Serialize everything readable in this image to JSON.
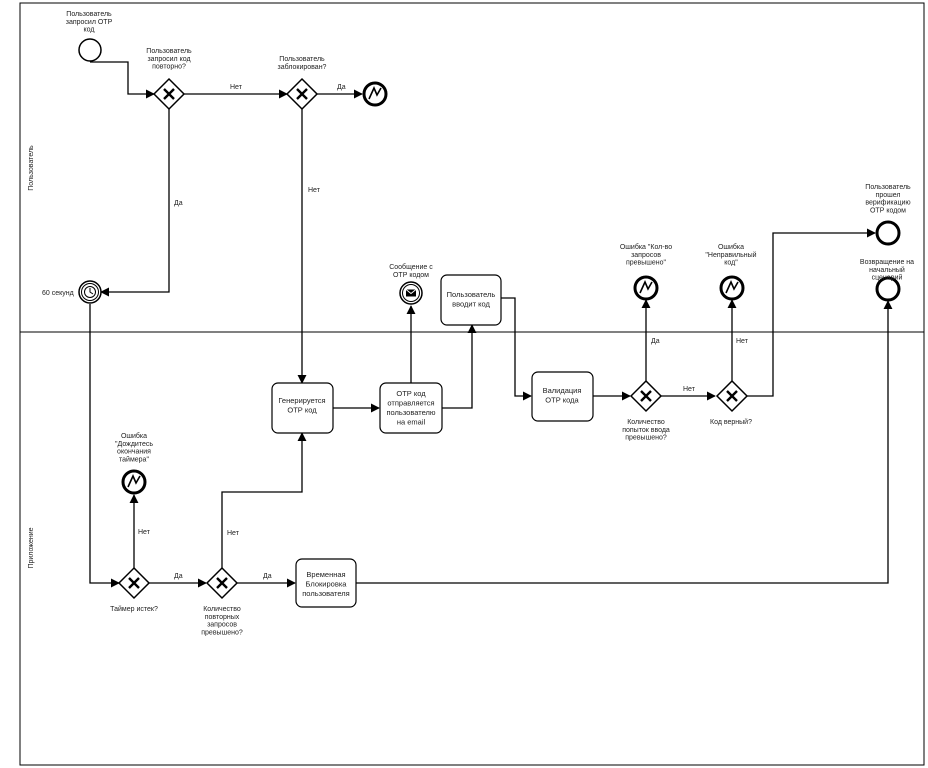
{
  "lanes": {
    "top": "Пользователь",
    "bottom": "Приложение"
  },
  "events": {
    "start_request": [
      "Пользователь",
      "запросил ОТР",
      "код"
    ],
    "timer": [
      "60 секунд"
    ],
    "message": [
      "Сообщение с",
      "ОТР кодом"
    ],
    "error_attempts": [
      "Ошибка \"Кол-во",
      "запросов",
      "превышено\""
    ],
    "error_wrong_code": [
      "Ошибка",
      "\"Неправильный",
      "код\""
    ],
    "success": [
      "Пользователь",
      "прошел",
      "верификацию",
      "ОТР кодом"
    ],
    "return_start": [
      "Возвращение на",
      "начальный",
      "сценарий"
    ],
    "error_wait": [
      "Ошибка",
      "\"Дождитесь",
      "окончания",
      "таймера\""
    ]
  },
  "gateways": {
    "repeat": [
      "Пользователь",
      "запросил код",
      "повторно?"
    ],
    "blocked": [
      "Пользователь",
      "заблокирован?"
    ],
    "attempts_exceeded": [
      "Количество",
      "попыток ввода",
      "превышено?"
    ],
    "code_correct": [
      "Код верный?"
    ],
    "timer_expired": [
      "Таймер истек?"
    ],
    "repeat_exceeded": [
      "Количество",
      "повторных",
      "запросов",
      "превышено?"
    ]
  },
  "tasks": {
    "generate": [
      "Генерируется",
      "ОТР код"
    ],
    "send": [
      "ОТР код",
      "отправляется",
      "пользователю",
      "на email"
    ],
    "enter": [
      "Пользователь",
      "вводит код"
    ],
    "validate": [
      "Валидация",
      "ОТР кода"
    ],
    "block": [
      "Временная",
      "Блокировка",
      "пользователя"
    ]
  },
  "flow_labels": {
    "yes": "Да",
    "no": "Нет"
  }
}
